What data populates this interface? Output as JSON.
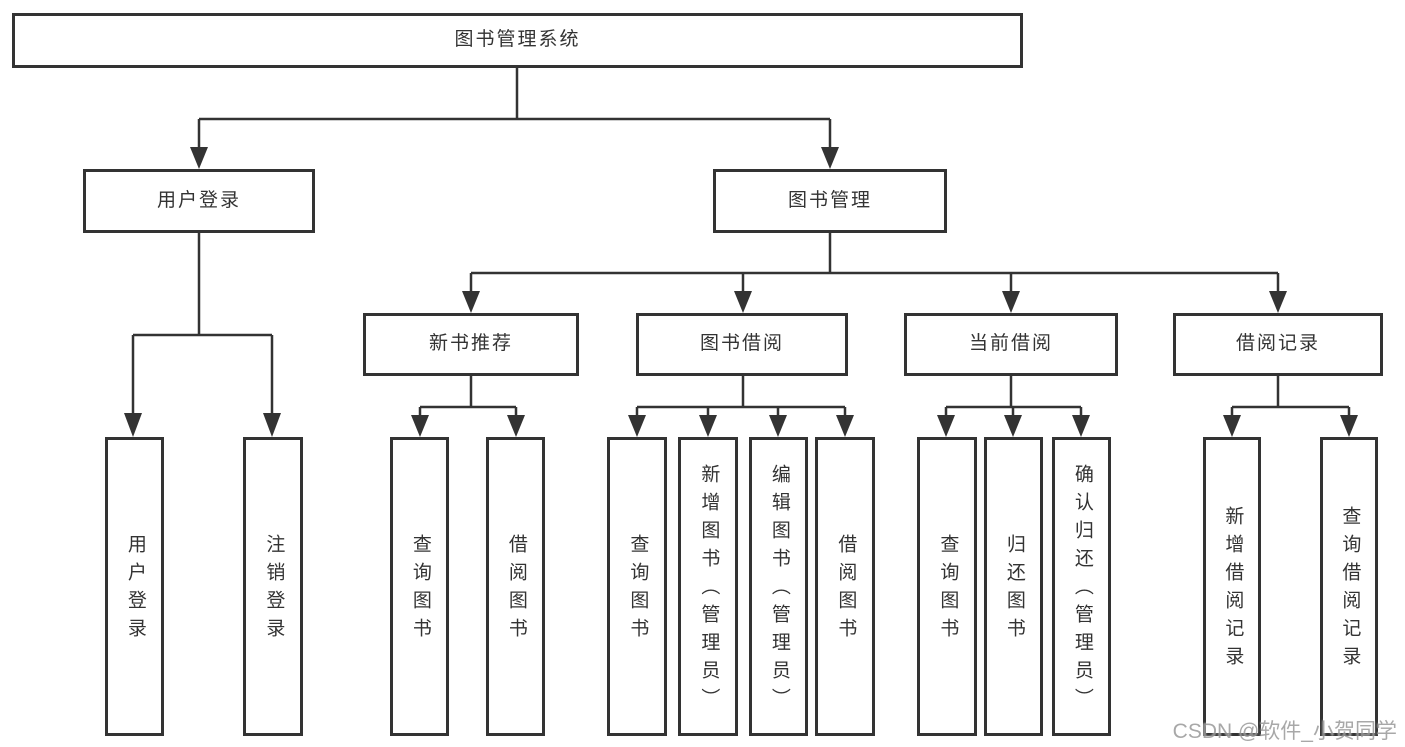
{
  "diagram": {
    "watermark": "CSDN @软件_小贺同学"
  },
  "colors": {
    "line": "#333333",
    "box_fill": "#ffffff",
    "text": "#333333",
    "watermark": "#9a9a9a"
  },
  "nodes": {
    "root": "图书管理系统",
    "user_login": "用户登录",
    "book_mgmt": "图书管理",
    "new_book_rec": "新书推荐",
    "book_borrow": "图书借阅",
    "current_borrow": "当前借阅",
    "borrow_records": "借阅记录",
    "leaf_user_login": "用户登录",
    "leaf_logout": "注销登录",
    "rec_query_book": "查询图书",
    "rec_borrow_book": "借阅图书",
    "bb_query_book": "查询图书",
    "bb_add_book": "新增图书（管理员）",
    "bb_edit_book": "编辑图书（管理员）",
    "bb_borrow_book": "借阅图书",
    "cb_query_book": "查询图书",
    "cb_return_book": "归还图书",
    "cb_confirm_return": "确认归还（管理员）",
    "br_add_record": "新增借阅记录",
    "br_query_record": "查询借阅记录"
  }
}
